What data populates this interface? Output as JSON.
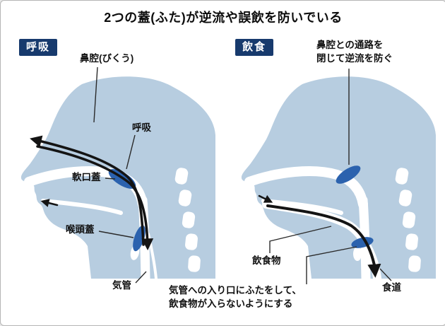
{
  "title": "2つの蓋(ふた)が逆流や誤飲を防いでいる",
  "left_panel": {
    "badge": "呼吸",
    "labels": {
      "nasal_cavity": "鼻腔(びくう)",
      "breathing": "呼吸",
      "soft_palate": "軟口蓋",
      "epiglottis": "喉頭蓋",
      "trachea": "気管"
    }
  },
  "right_panel": {
    "badge": "飲食",
    "labels": {
      "nasal_note_line1": "鼻腔との通路を",
      "nasal_note_line2": "閉じて逆流を防ぐ",
      "food": "飲食物",
      "esophagus": "食道",
      "trachea_note_line1": "気管への入り口にふたをして、",
      "trachea_note_line2": "飲食物が入らないようにする"
    }
  },
  "colors": {
    "head_fill": "#b7cde0",
    "highlight_blue": "#2b62ae",
    "badge_bg": "#173a6d",
    "badge_text": "#ffffff"
  }
}
